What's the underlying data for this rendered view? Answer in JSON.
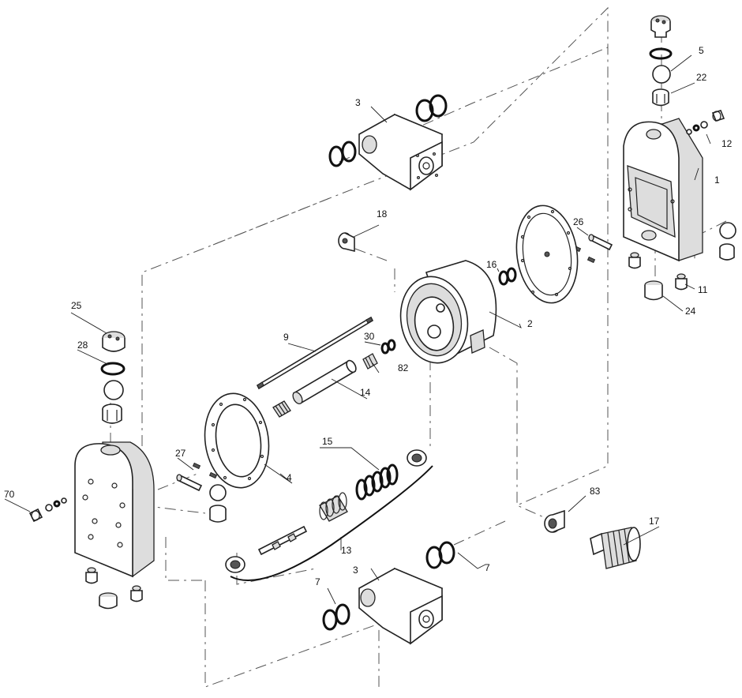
{
  "labels": {
    "l1": "1",
    "l2": "2",
    "l3a": "3",
    "l3b": "3",
    "l4": "4",
    "l5": "5",
    "l7a": "7",
    "l7b": "7",
    "l9": "9",
    "l11": "11",
    "l12": "12",
    "l13": "13",
    "l14": "14",
    "l15": "15",
    "l16": "16",
    "l17": "17",
    "l18": "18",
    "l22": "22",
    "l24": "24",
    "l25": "25",
    "l26": "26",
    "l27": "27",
    "l28": "28",
    "l30": "30",
    "l70": "70",
    "l82": "82",
    "l83": "83"
  }
}
